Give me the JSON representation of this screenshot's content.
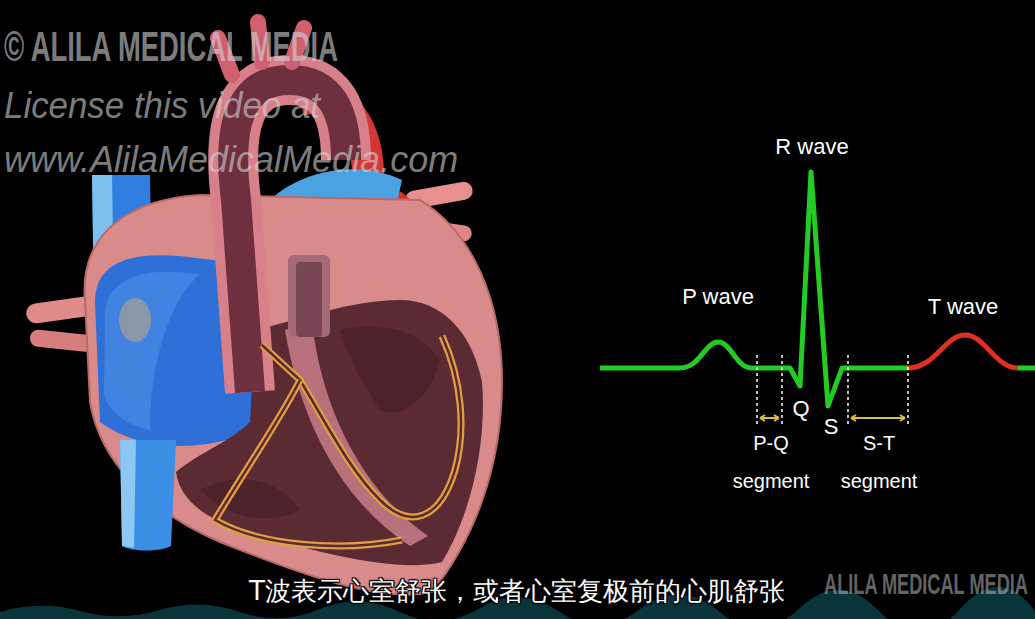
{
  "diagram": {
    "caption": "T波表示心室舒张，或者心室复极前的心肌舒张",
    "labels": [
      "© ALILA MEDICAL MEDIA",
      "License this video at",
      "www.AlilaMedicalMedia.com",
      "R wave",
      "P wave",
      "T wave",
      "Q",
      "S",
      "P-Q segment",
      "S-T segment",
      "ALILA MEDICAL MEDIA"
    ]
  }
}
